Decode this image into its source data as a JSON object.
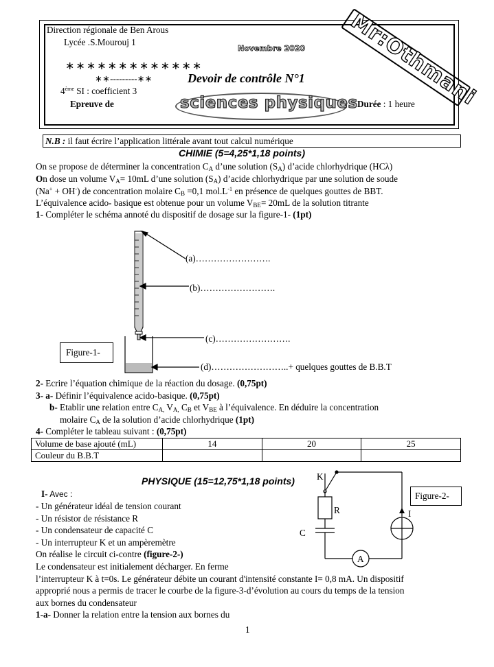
{
  "header": {
    "direction": "Direction régionale de Ben Arous",
    "lycee": "Lycée .S.Mourouj 1",
    "date": "Novembre 2020",
    "stars": "∗∗∗∗∗∗∗∗∗∗∗∗∗",
    "stars2": "∗∗---------∗∗",
    "class_num": "4",
    "class_sup": "ème",
    "class_rest": " SI : coefficient 3",
    "epreuve": "Epreuve de",
    "title": "Devoir de contrôle N°1",
    "subject": "sciences physiques",
    "duree_label": "Durée",
    "duree_value": " : 1 heure",
    "stamp": "Mr:Othmani"
  },
  "nb": {
    "label": "N.B :",
    "text": " il faut écrire l’application littérale avant tout calcul numérique"
  },
  "chimie": {
    "title": "CHIMIE (5=4,25*1,18 points)",
    "intro": {
      "l1a": "On se propose de déterminer la concentration C",
      "l1b": " d’une solution (S",
      "l1c": ") d’acide chlorhydrique (HCλ)",
      "l2o": "O",
      "l2a": "n dose un volume V",
      "l2b": "= 10mL d’une solution (S",
      "l2c": ") d’acide chlorhydrique par une solution de soude",
      "l3a": "(Na",
      "l3b": " + OH",
      "l3c": ") de concentration molaire C",
      "l3d": " =0,1 mol.L",
      "l3e": " en présence de quelques gouttes de BBT.",
      "l4a": "L’équivalence acido- basique est obtenue pour un volume V",
      "l4b": "= 20mL de la solution titrante"
    },
    "q1_num": "1-",
    "q1": " Compléter le schéma annoté du dispositif de dosage sur la figure-1- ",
    "q1_pts": "(1pt)",
    "labels": {
      "a": "(a)…………………….",
      "b": "(b)…………………….",
      "c": "(c)…………………….",
      "d": "(d)……………………..+ quelques gouttes de B.B.T"
    },
    "figure_label": "Figure-1-",
    "q2_num": "2-",
    "q2": "  Ecrire l’équation chimique de la réaction du dosage. ",
    "q2_pts": "(0,75pt)",
    "q3_num": "3",
    "q3_sub": "- a-",
    "q3": " Définir l’équivalence acido-basique. ",
    "q3_pts": "(0,75pt)",
    "q3b_num": "b-",
    "q3b_1": " Etablir une relation entre C",
    "q3b_2": " V",
    "q3b_3": " C",
    "q3b_4": " et V",
    "q3b_5": " à l’équivalence. En déduire la concentration",
    "q3b_l2a": "molaire  C",
    "q3b_l2b": " de la solution d’acide chlorhydrique ",
    "q3b_pts": "(1pt)",
    "q4_num": "4-",
    "q4": " Compléter le tableau suivant : ",
    "q4_pts": "(0,75pt)",
    "table": {
      "row1_header": "Volume de base ajouté (mL)",
      "row2_header": "Couleur du B.B.T",
      "values": [
        "14",
        "20",
        "25"
      ]
    },
    "subs": {
      "A": "A",
      "B": "B",
      "BE": "BE",
      "plus": "+",
      "minus": "-",
      "m1": "-1",
      "Acomma": "A,",
      "Adot": "A,"
    }
  },
  "physique": {
    "title": "PHYSIQUE (15=12,75*1,18 points)",
    "part_num": "I-",
    "part_label": " Avec :",
    "items": [
      "- Un générateur idéal de tension courant",
      "- Un résistor  de résistance R",
      "- Un condensateur de capacité C",
      "- Un interrupteur K et un ampèremètre"
    ],
    "circuit_a": "On réalise le circuit ci-contre ",
    "circuit_b": "(figure-2-)",
    "p1": "Le condensateur est initialement décharger. En ferme",
    "p2": " l’interrupteur K à t=0s. Le générateur débite un courant d'intensité constante I= 0,8 mA. Un dispositif",
    "p3": "approprié nous a permis de tracer le courbe de la figure-3-d’évolution au cours du temps de la tension",
    "p4": "  aux bornes du condensateur",
    "q1a_num": "1-a-",
    "q1a": " Donner la relation entre la tension aux bornes du",
    "figure_label": "Figure-2-",
    "circuit_labels": {
      "K": "K",
      "R": "R",
      "I": "I",
      "C": "C",
      "A": "A"
    }
  },
  "page_number": "1"
}
